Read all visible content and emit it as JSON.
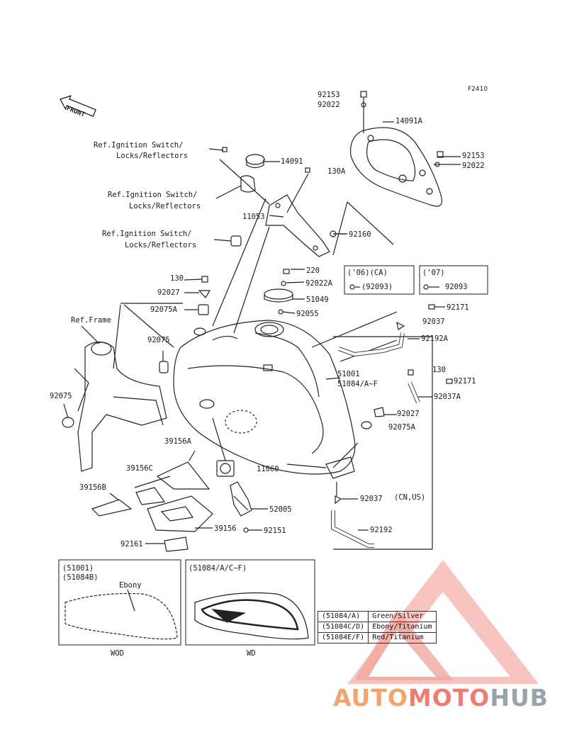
{
  "figure_code": "F2410",
  "front_label": "FRONT",
  "refs": {
    "ignition_1a": "Ref.Ignition Switch/",
    "ignition_1b": "Locks/Reflectors",
    "ignition_2a": "Ref.Ignition Switch/",
    "ignition_2b": "Locks/Reflectors",
    "ignition_3a": "Ref.Ignition Switch/",
    "ignition_3b": "Locks/Reflectors",
    "frame": "Ref.Frame"
  },
  "parts": {
    "p92153_top": "92153",
    "p92022_top": "92022",
    "p14091A": "14091A",
    "p92153_r": "92153",
    "p92022_r": "92022",
    "p130A": "130A",
    "p14091": "14091",
    "p11053": "11053",
    "p92160": "92160",
    "p220": "220",
    "p92022A": "92022A",
    "p130_l": "130",
    "p92027_l": "92027",
    "p51049": "51049",
    "p92075A_l": "92075A",
    "p92055": "92055",
    "p92171_a": "92171",
    "p92037_a": "92037",
    "p92192A": "92192A",
    "p92075": "92075",
    "p51001": "51001",
    "p51084": "51084/A~F",
    "p130_r": "130",
    "p92171_b": "92171",
    "p92037A": "92037A",
    "p92075_l": "92075",
    "p92027_r": "92027",
    "p92075A_r": "92075A",
    "p39156A": "39156A",
    "p39156C": "39156C",
    "p11060": "11060",
    "p39156B": "39156B",
    "p92037_b": "92037",
    "p92037_note": "(CN,US)",
    "p52005": "52005",
    "p39156": "39156",
    "p92151": "92151",
    "p92192": "92192",
    "p92161": "92161"
  },
  "variant_boxes": {
    "ca06_title": "('06)(CA)",
    "ca06_part": "(92093)",
    "y07_title": "('07)",
    "y07_part": "92093"
  },
  "insets": {
    "left_line1": "(51001)",
    "left_line2": "(51084B)",
    "left_color": "Ebony",
    "left_caption": "WOD",
    "right_line1": "(51084/A/C~F)",
    "right_caption": "WD"
  },
  "color_table": [
    {
      "code": "(51084/A)",
      "color": "Green/Silver"
    },
    {
      "code": "(51084C/D)",
      "color": "Ebony/Titanium"
    },
    {
      "code": "(51084E/F)",
      "color": "Red/Titanium"
    }
  ],
  "watermark": {
    "part1": "AUTO",
    "part2": "MOTO",
    "part3": "HUB",
    "colors": {
      "auto": "#f3a46b",
      "moto": "#ee7c72",
      "hub": "#9aa3ab",
      "triangle": "#e96a5f"
    }
  }
}
